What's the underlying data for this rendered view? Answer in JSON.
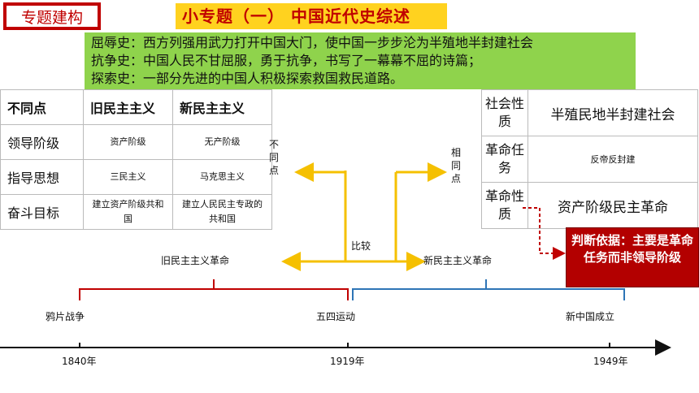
{
  "tag_label": "专题建构",
  "title": "小专题（一） 中国近代史综述",
  "intro": [
    "屈辱史：西方列强用武力打开中国大门，使中国一步步沦为半殖地半封建社会",
    "抗争史：中国人民不甘屈服，勇于抗争，书写了一幕幕不屈的诗篇；",
    "探索史：一部分先进的中国人积极探索救国救民道路。"
  ],
  "diff_table": {
    "headers": [
      "不同点",
      "旧民主主义",
      "新民主主义"
    ],
    "rows": [
      {
        "label": "领导阶级",
        "old": "资产阶级",
        "new": "无产阶级"
      },
      {
        "label": "指导思想",
        "old": "三民主义",
        "new": "马克思主义"
      },
      {
        "label": "奋斗目标",
        "old": "建立资产阶级共和国",
        "new": "建立人民民主专政的共和国"
      }
    ]
  },
  "same_table": {
    "rows": [
      {
        "label": "社会性质",
        "value": "半殖民地半封建社会"
      },
      {
        "label": "革命任务",
        "value": "反帝反封建"
      },
      {
        "label": "革命性质",
        "value": "资产阶级民主革命"
      }
    ]
  },
  "judgement_box": "判断依据：主要是革命任务而非领导阶级",
  "labels": {
    "diff_point": "不同点",
    "same_point": "相同点",
    "compare": "比较",
    "old_revolution": "旧民主主义革命",
    "new_revolution": "新民主主义革命"
  },
  "timeline": {
    "events": [
      "鸦片战争",
      "五四运动",
      "新中国成立"
    ],
    "years": [
      "1840年",
      "1919年",
      "1949年"
    ]
  },
  "colors": {
    "red": "#c00000",
    "yellow": "#ffd21f",
    "green": "#8fd34c",
    "blue": "#2e75b6",
    "arrow": "#f5c000"
  }
}
